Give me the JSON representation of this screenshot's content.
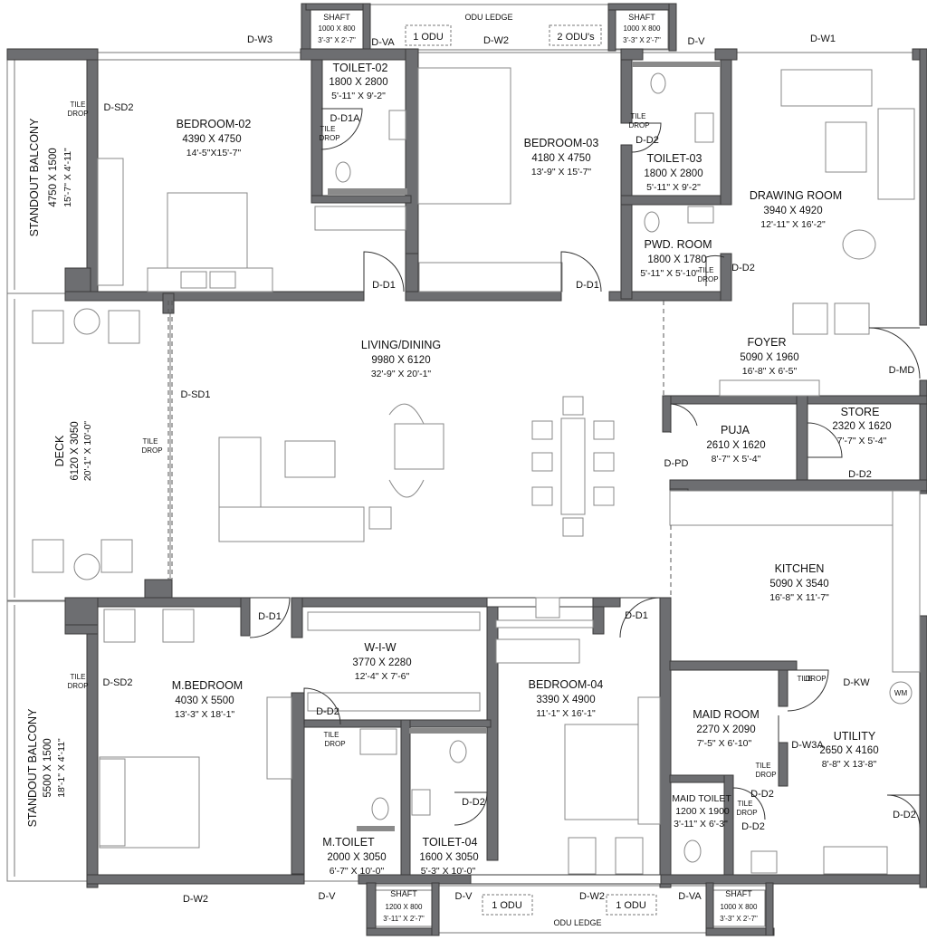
{
  "rooms": {
    "standout_balcony_top": {
      "label": "STANDOUT BALCONY",
      "dim": "4750 X 1500",
      "imp": "15'-7\" X 4'-11\""
    },
    "bedroom02": {
      "label": "BEDROOM-02",
      "dim": "4390 X 4750",
      "imp": "14'-5\"X15'-7\""
    },
    "toilet02": {
      "label": "TOILET-02",
      "dim": "1800 X 2800",
      "imp": "5'-11\" X 9'-2\""
    },
    "bedroom03": {
      "label": "BEDROOM-03",
      "dim": "4180 X 4750",
      "imp": "13'-9\" X 15'-7\""
    },
    "toilet03": {
      "label": "TOILET-03",
      "dim": "1800 X 2800",
      "imp": "5'-11\" X 9'-2\""
    },
    "pwd_room": {
      "label": "PWD. ROOM",
      "dim": "1800 X 1780",
      "imp": "5'-11\" X 5'-10\""
    },
    "drawing_room": {
      "label": "DRAWING ROOM",
      "dim": "3940 X 4920",
      "imp": "12'-11\" X 16'-2\""
    },
    "foyer": {
      "label": "FOYER",
      "dim": "5090 X 1960",
      "imp": "16'-8\" X 6'-5\""
    },
    "living_dining": {
      "label": "LIVING/DINING",
      "dim": "9980 X 6120",
      "imp": "32'-9\" X 20'-1\""
    },
    "deck": {
      "label": "DECK",
      "dim": "6120 X 3050",
      "imp": "20'-1\" X 10'-0\""
    },
    "puja": {
      "label": "PUJA",
      "dim": "2610 X 1620",
      "imp": "8'-7\" X 5'-4\""
    },
    "store": {
      "label": "STORE",
      "dim": "2320 X 1620",
      "imp": "7'-7\" X 5'-4\""
    },
    "kitchen": {
      "label": "KITCHEN",
      "dim": "5090 X 3540",
      "imp": "16'-8\" X 11'-7\""
    },
    "wiw": {
      "label": "W-I-W",
      "dim": "3770 X 2280",
      "imp": "12'-4\" X 7'-6\""
    },
    "m_bedroom": {
      "label": "M.BEDROOM",
      "dim": "4030 X 5500",
      "imp": "13'-3\" X 18'-1\""
    },
    "standout_balcony_bottom": {
      "label": "STANDOUT BALCONY",
      "dim": "5500 X 1500",
      "imp": "18'-1\" X 4'-11\""
    },
    "bedroom04": {
      "label": "BEDROOM-04",
      "dim": "3390 X 4900",
      "imp": "11'-1\" X 16'-1\""
    },
    "maid_room": {
      "label": "MAID ROOM",
      "dim": "2270 X 2090",
      "imp": "7'-5\" X 6'-10\""
    },
    "utility": {
      "label": "UTILITY",
      "dim": "2650 X 4160",
      "imp": "8'-8\" X 13'-8\""
    },
    "maid_toilet": {
      "label": "MAID TOILET",
      "dim": "1200 X 1900",
      "imp": "3'-11\" X 6'-3\""
    },
    "m_toilet": {
      "label": "M.TOILET",
      "dim": "2000 X 3050",
      "imp": "6'-7\" X 10'-0\""
    },
    "toilet04": {
      "label": "TOILET-04",
      "dim": "1600 X 3050",
      "imp": "5'-3\" X 10'-0\""
    }
  },
  "shafts": {
    "top_left": {
      "label": "SHAFT",
      "dim": "1000 X 800",
      "imp": "3'-3\" X 2'-7\""
    },
    "top_right": {
      "label": "SHAFT",
      "dim": "1000 X 800",
      "imp": "3'-3\" X 2'-7\""
    },
    "bottom_left": {
      "label": "SHAFT",
      "dim": "1200 X 800",
      "imp": "3'-11\" X 2'-7\""
    },
    "bottom_right": {
      "label": "SHAFT",
      "dim": "1000 X 800",
      "imp": "3'-3\" X 2'-7\""
    }
  },
  "ledges": {
    "top": "ODU LEDGE",
    "bottom": "ODU LEDGE",
    "top_odu1": "1 ODU",
    "top_odu2": "2 ODU's",
    "bottom_odu1": "1 ODU",
    "bottom_odu2": "1 ODU"
  },
  "tags": {
    "dw3": "D-W3",
    "dva_top": "D-VA",
    "dw2_top": "D-W2",
    "dv_top": "D-V",
    "dw1": "D-W1",
    "dsd2_top": "D-SD2",
    "dd1a": "D-D1A",
    "dd2_t3": "D-D2",
    "dd2_pwd": "D-D2",
    "dd1_b2": "D-D1",
    "dd1_b3": "D-D1",
    "dmd": "D-MD",
    "dsd1": "D-SD1",
    "dpd": "D-PD",
    "dd2_store": "D-D2",
    "dd1_mb": "D-D1",
    "dd1_b4": "D-D1",
    "dsd2_bottom": "D-SD2",
    "dd2_mt": "D-D2",
    "dkw": "D-KW",
    "dw3a": "D-W3A",
    "dd2_maid": "D-D2",
    "dd2_mt2": "D-D2",
    "dd2_util": "D-D2",
    "dd2_b4t": "D-D2",
    "dw2_bottom": "D-W2",
    "dv_bl": "D-V",
    "dv_bm": "D-V",
    "dw2_bm": "D-W2",
    "dva_bottom": "D-VA"
  },
  "notes": {
    "tile": "TILE",
    "drop": "DROP",
    "wm": "WM"
  }
}
